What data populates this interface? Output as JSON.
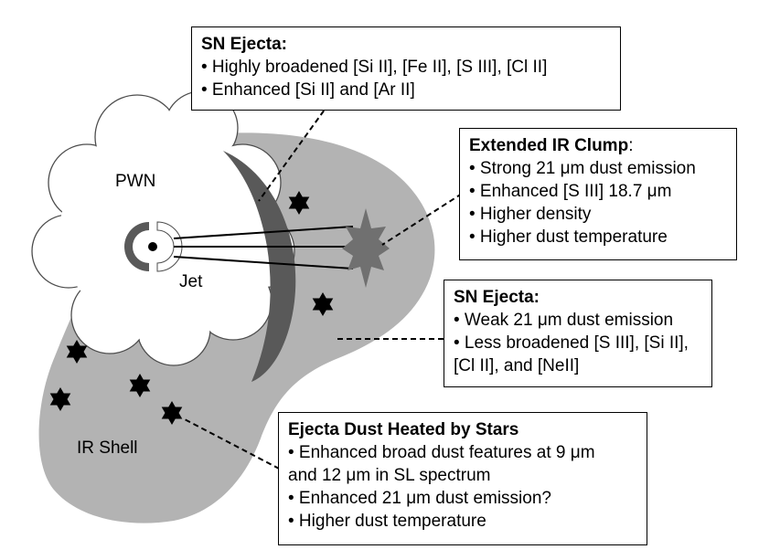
{
  "diagram": {
    "labels": {
      "pwn": "PWN",
      "jet": "Jet",
      "ir_shell": "IR Shell"
    },
    "boxes": {
      "sn_ejecta_top": {
        "title": "SN Ejecta:",
        "items": [
          "• Highly broadened [Si II], [Fe II], [S III], [Cl II]",
          "• Enhanced [Si II] and [Ar II]"
        ]
      },
      "extended_ir_clump": {
        "title": "Extended IR Clump",
        "title_suffix": ":",
        "items": [
          "• Strong 21 μm dust emission",
          "• Enhanced [S III] 18.7 μm",
          "• Higher density",
          "• Higher dust temperature"
        ]
      },
      "sn_ejecta_right": {
        "title": "SN Ejecta:",
        "items": [
          "• Weak 21 μm dust emission",
          "• Less broadened [S III], [Si II],",
          "[Cl II], and [NeII]"
        ]
      },
      "ejecta_dust_stars": {
        "title": "Ejecta Dust Heated by Stars",
        "items": [
          "• Enhanced broad dust features at 9 μm",
          "and 12 μm in SL spectrum",
          "• Enhanced 21 μm dust emission?",
          "• Higher dust temperature"
        ]
      }
    },
    "colors": {
      "shell": "#b3b3b3",
      "ejecta_arc": "#595959",
      "clump": "#707070",
      "star": "#000000",
      "cloud": "#ffffff"
    }
  }
}
